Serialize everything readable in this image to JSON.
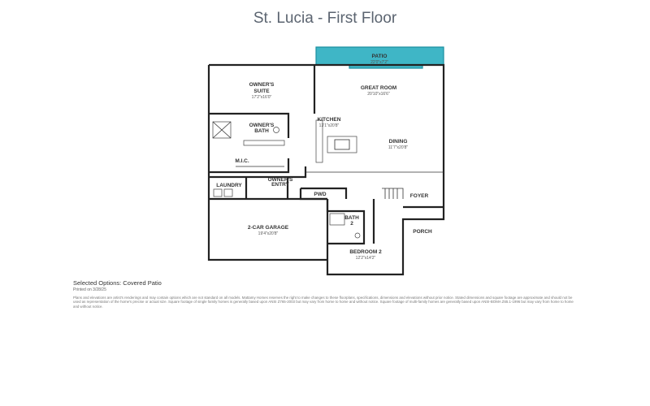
{
  "title": "St. Lucia - First Floor",
  "colors": {
    "patio_fill": "#3fb6c6",
    "patio_stroke": "#1c8fa0",
    "wall": "#222222",
    "title": "#5b6470"
  },
  "rooms": {
    "patio": {
      "name": "PATIO",
      "dim": "22'0\"x7'2\""
    },
    "owners_suite": {
      "name": "OWNER'S",
      "name2": "SUITE",
      "dim": "17'2\"x16'0\""
    },
    "great_room": {
      "name": "GREAT ROOM",
      "dim": "20'10\"x16'6\""
    },
    "owners_bath": {
      "name": "OWNER'S",
      "name2": "BATH"
    },
    "kitchen": {
      "name": "KITCHEN",
      "dim": "13'1\"x20'8\""
    },
    "dining": {
      "name": "DINING",
      "dim": "11'7\"x20'8\""
    },
    "mic": {
      "name": "M.I.C."
    },
    "laundry": {
      "name": "LAUNDRY"
    },
    "owners_entry": {
      "name": "OWNER'S",
      "name2": "ENTRY"
    },
    "pwd": {
      "name": "PWD"
    },
    "foyer": {
      "name": "FOYER"
    },
    "bath2": {
      "name": "BATH",
      "name2": "2"
    },
    "garage": {
      "name": "2-CAR GARAGE",
      "dim": "19'4\"x20'8\""
    },
    "porch": {
      "name": "PORCH"
    },
    "bedroom2": {
      "name": "BEDROOM 2",
      "dim": "12'2\"x14'2\""
    }
  },
  "selected_options": "Selected Options: Covered Patio",
  "printed_on": "Printed on 3/28/25",
  "disclaimer": "Plans and elevations are artist's renderings and may contain options which are not standard on all models. Mattamy Homes reserves the right to make changes to these floorplans, specifications, dimensions and elevations without prior notice. Stated dimensions and square footage are approximate and should not be used as representation of the home's precise or actual size. Square footage of single family homes is generally based upon ANSI Z765-2003 but may vary from home to home and without notice. Square footage of multi-family homes are generally based upon ANSI-BOMA Z65.1-1996 but may vary from home to home and without notice."
}
